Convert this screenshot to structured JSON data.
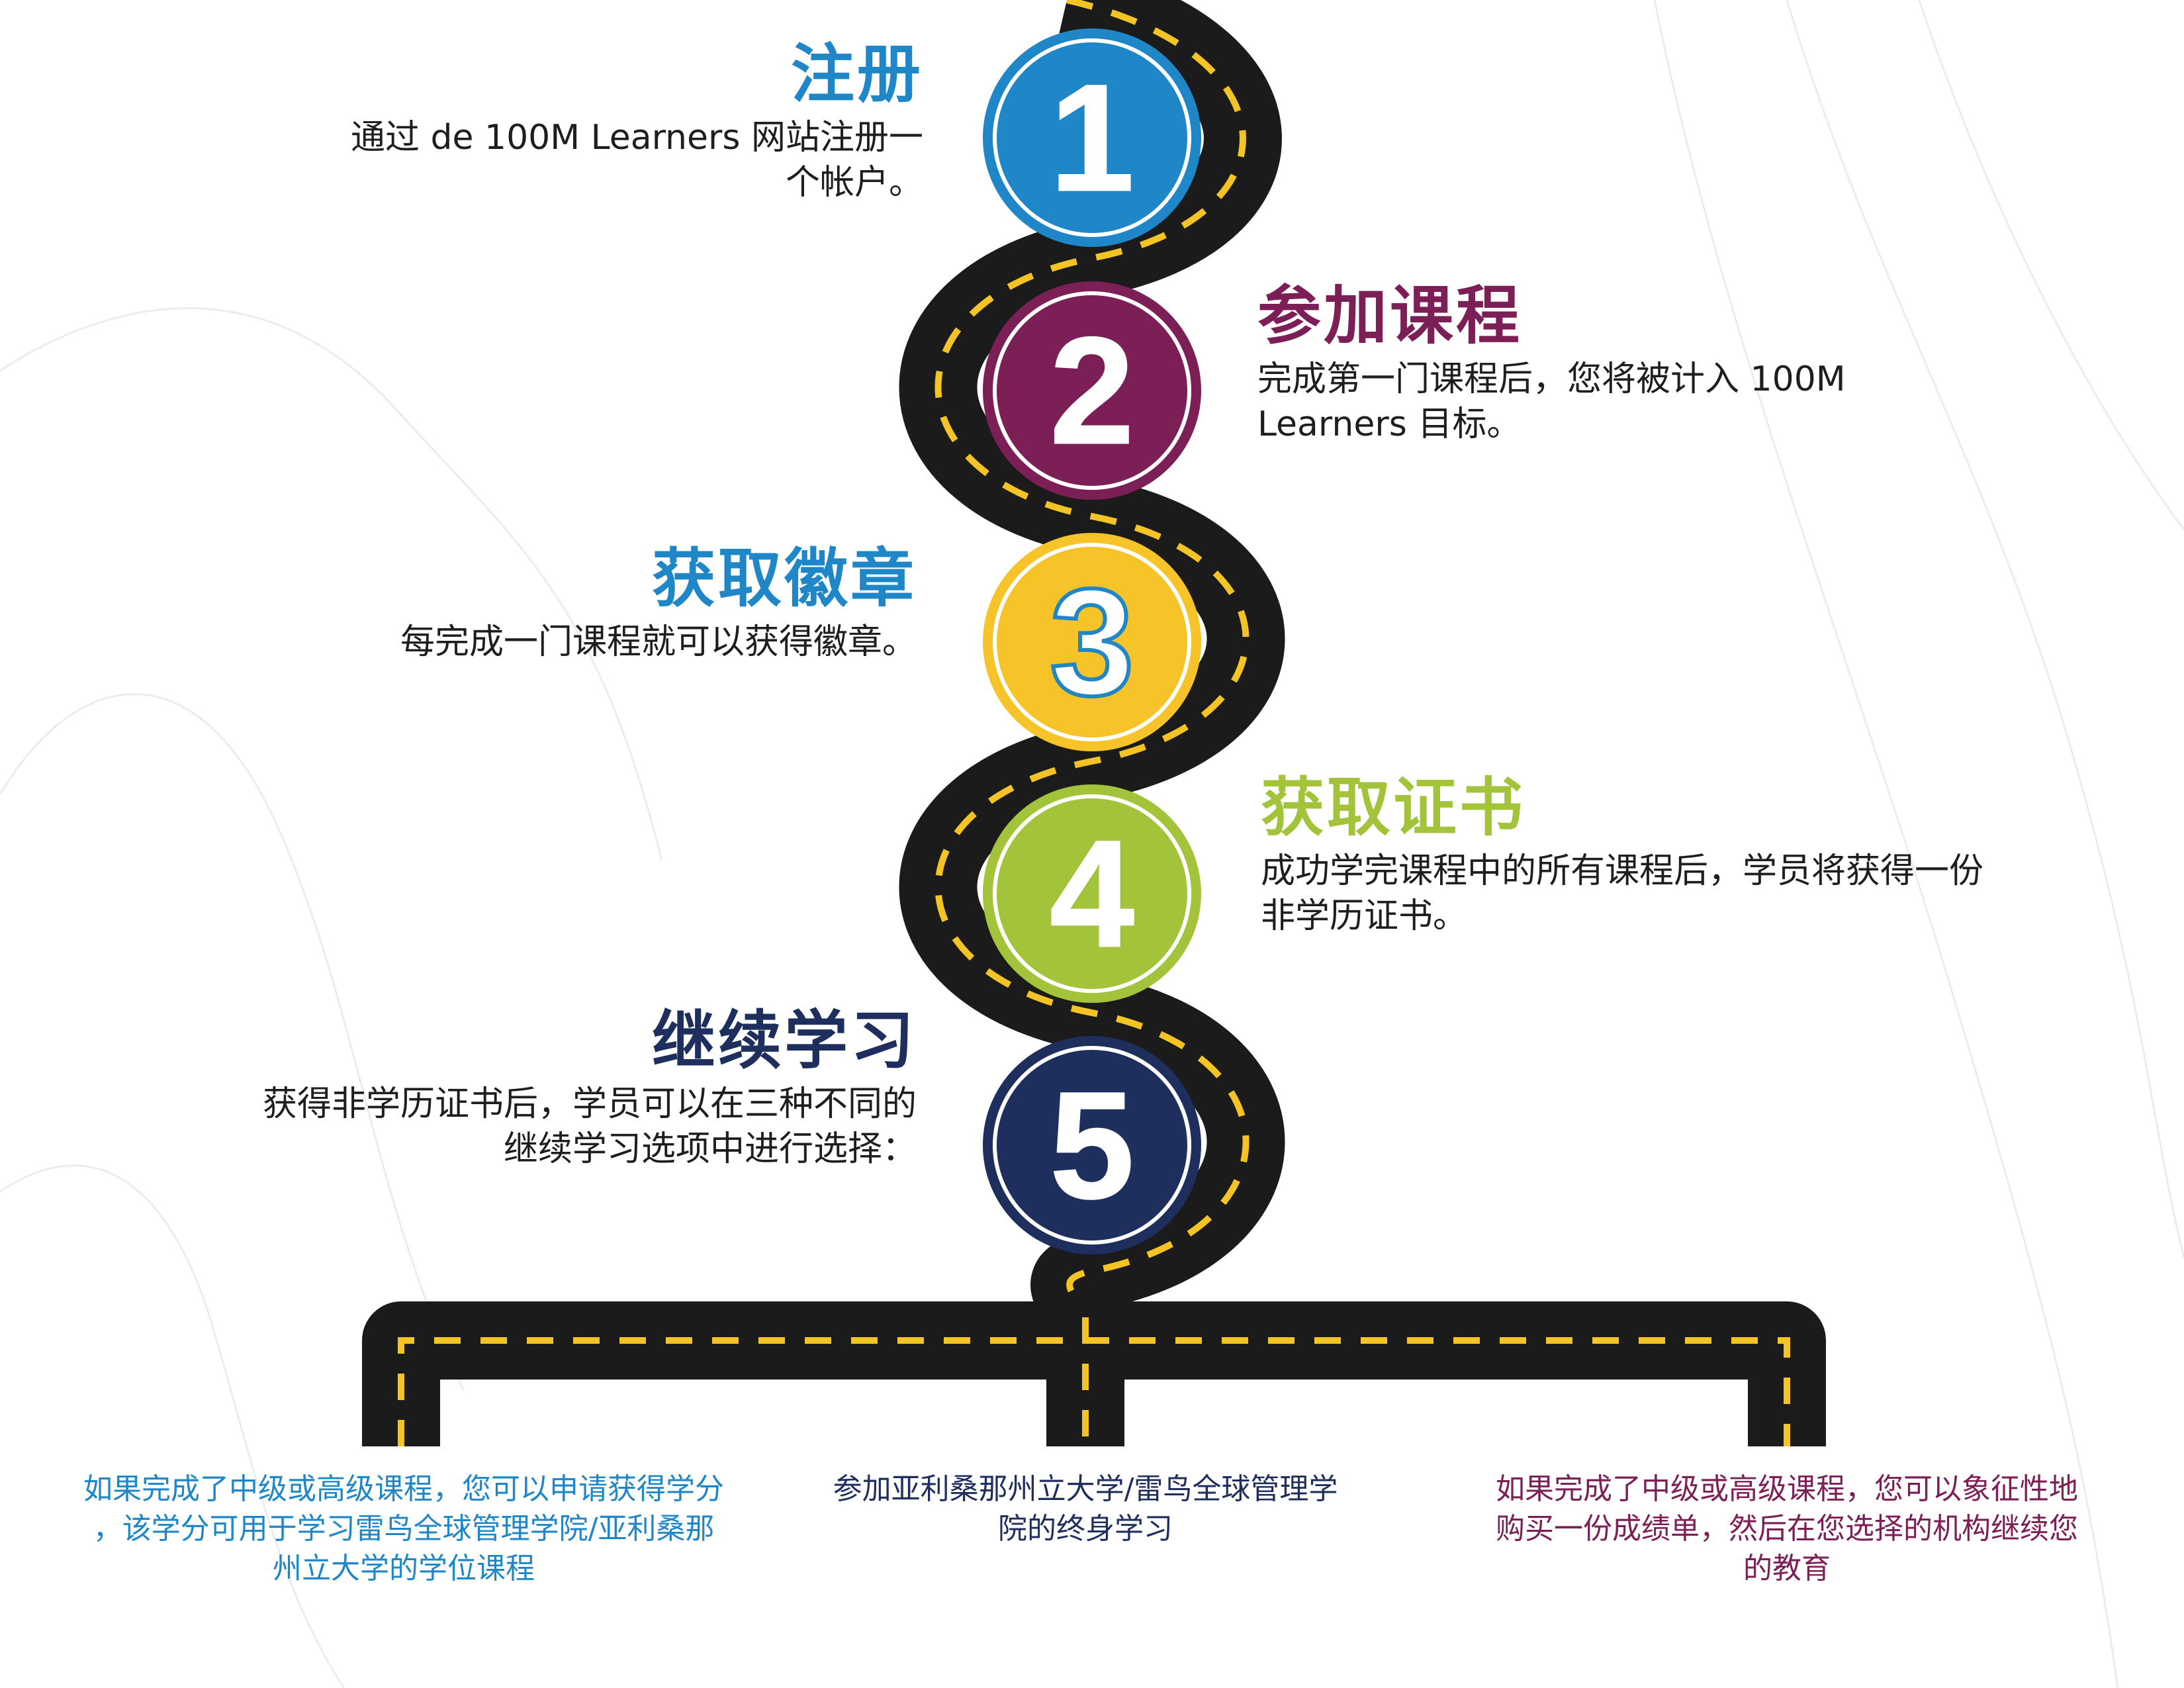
{
  "colors": {
    "road": "#1b1b1b",
    "lane": "#f4c324",
    "step1": "#1f87c8",
    "step2": "#7c1f57",
    "step3": "#f6c328",
    "step4": "#a3c43a",
    "step5": "#1e2f5e",
    "title1": "#1f87c8",
    "title2": "#7c1f57",
    "title3": "#1f87c8",
    "title4": "#a3c43a",
    "title5": "#1e2f5e",
    "outcome_left": "#1f87c8",
    "outcome_mid": "#1e2f5e",
    "outcome_right": "#7c1f57"
  },
  "steps": [
    {
      "number": "1",
      "title": "注册",
      "desc_lines": [
        "通过 de 100M Learners 网站注册一",
        "个帐户。"
      ]
    },
    {
      "number": "2",
      "title": "参加课程",
      "desc_lines": [
        "完成第一门课程后，您将被计入 100M",
        "Learners 目标。"
      ]
    },
    {
      "number": "3",
      "title": "获取徽章",
      "desc_lines": [
        "每完成一门课程就可以获得徽章。"
      ]
    },
    {
      "number": "4",
      "title": "获取证书",
      "desc_lines": [
        "成功学完课程中的所有课程后，学员将获得一份",
        "非学历证书。"
      ]
    },
    {
      "number": "5",
      "title": "继续学习",
      "desc_lines": [
        "获得非学历证书后，学员可以在三种不同的",
        "继续学习选项中进行选择："
      ]
    }
  ],
  "outcomes": [
    {
      "lines": [
        "如果完成了中级或高级课程，您可以申请获得学分",
        "，该学分可用于学习雷鸟全球管理学院/亚利桑那",
        "州立大学的学位课程"
      ]
    },
    {
      "lines": [
        "参加亚利桑那州立大学/雷鸟全球管理学",
        "院的终身学习"
      ]
    },
    {
      "lines": [
        "如果完成了中级或高级课程，您可以象征性地",
        "购买一份成绩单，然后在您选择的机构继续您",
        "的教育"
      ]
    }
  ]
}
